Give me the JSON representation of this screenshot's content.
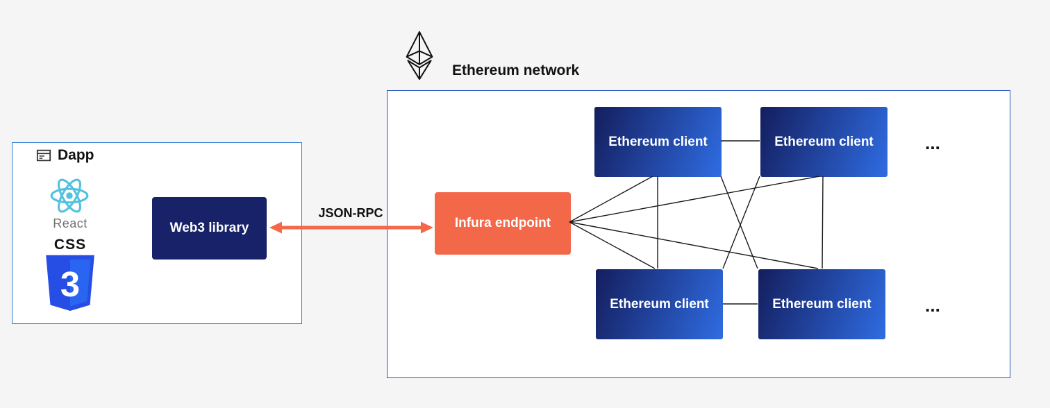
{
  "dapp": {
    "title": "Dapp",
    "react_label": "React",
    "css_wordmark": "CSS",
    "css_badge_digit": "3",
    "web3_label": "Web3 library"
  },
  "connection": {
    "label": "JSON-RPC"
  },
  "network": {
    "title": "Ethereum network",
    "endpoint_label": "Infura endpoint",
    "clients": [
      {
        "label": "Ethereum client"
      },
      {
        "label": "Ethereum client"
      },
      {
        "label": "Ethereum client"
      },
      {
        "label": "Ethereum client"
      }
    ],
    "ellipsis_top": "...",
    "ellipsis_bottom": "..."
  },
  "colors": {
    "background": "#f5f5f6",
    "panel_border_dapp": "#2f7bd3",
    "panel_border_network": "#2255bd",
    "navy_node": "#172268",
    "client_gradient_start": "#141e5e",
    "client_gradient_end": "#2f6ce2",
    "accent_orange": "#f4684a",
    "react_cyan": "#53c1de",
    "css_dark_blue": "#264de4",
    "css_light_blue": "#2965f1",
    "mesh_line": "#1a1a1a"
  }
}
